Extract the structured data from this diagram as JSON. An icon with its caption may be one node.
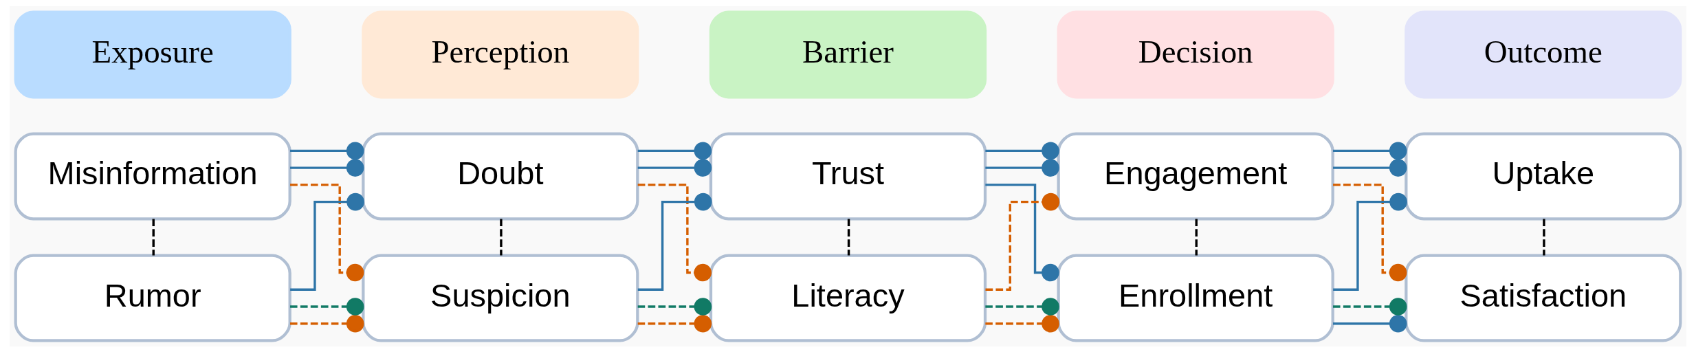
{
  "diagram": {
    "nodes": [
      {
        "text": [
          "Exposure"
        ]
      },
      {
        "text": [
          "Perception"
        ]
      },
      {
        "text": [
          "Barrier"
        ]
      },
      {
        "text": [
          "Decision"
        ]
      },
      {
        "text": [
          "Outcome"
        ]
      },
      {
        "text": [
          "Misinformation"
        ]
      },
      {
        "text": [
          "Rumor"
        ]
      },
      {
        "text": [
          "Doubt"
        ]
      },
      {
        "text": [
          "Suspicion"
        ]
      },
      {
        "text": [
          "Trust"
        ]
      },
      {
        "text": [
          "Literacy"
        ]
      },
      {
        "text": [
          "Engagement"
        ]
      },
      {
        "text": [
          "Enrollment"
        ]
      },
      {
        "text": [
          "Uptake"
        ]
      },
      {
        "text": [
          "Satisfaction"
        ]
      }
    ],
    "edges": [
      {
        "from": 5,
        "to": 6,
        "arrow": "none",
        "style": "dashed",
        "color": "#000000"
      },
      {
        "from": 7,
        "to": 8,
        "arrow": "none",
        "style": "dashed",
        "color": "#000000"
      },
      {
        "from": 9,
        "to": 10,
        "arrow": "none",
        "style": "dashed",
        "color": "#000000"
      },
      {
        "from": 11,
        "to": 12,
        "arrow": "none",
        "style": "dashed",
        "color": "#000000"
      },
      {
        "from": 13,
        "to": 14,
        "arrow": "none",
        "style": "dashed",
        "color": "#000000"
      },
      {
        "from": 5,
        "to": 7,
        "arrow": "other"
      },
      {
        "from": 5,
        "to": 7,
        "arrow": "other"
      },
      {
        "from": 6,
        "to": 7,
        "arrow": "other"
      },
      {
        "from": 5,
        "to": 8,
        "arrow": "other",
        "style": "dashed",
        "color": "#d55e00"
      },
      {
        "from": 6,
        "to": 8,
        "arrow": "other",
        "style": "dashed",
        "color": "#d55e00"
      },
      {
        "from": 6,
        "to": 8,
        "arrow": "other",
        "style": "dashed",
        "color": "#117a65"
      },
      {
        "from": 7,
        "to": 9,
        "arrow": "other"
      },
      {
        "from": 7,
        "to": 9,
        "arrow": "other"
      },
      {
        "from": 8,
        "to": 9,
        "arrow": "other"
      },
      {
        "from": 7,
        "to": 10,
        "arrow": "other",
        "style": "dashed",
        "color": "#d55e00"
      },
      {
        "from": 8,
        "to": 10,
        "arrow": "other",
        "style": "dashed",
        "color": "#d55e00"
      },
      {
        "from": 8,
        "to": 10,
        "arrow": "other",
        "style": "dashed",
        "color": "#117a65"
      },
      {
        "from": 9,
        "to": 11,
        "arrow": "other"
      },
      {
        "from": 9,
        "to": 11,
        "arrow": "other"
      },
      {
        "from": 9,
        "to": 12,
        "arrow": "other"
      },
      {
        "from": 10,
        "to": 11,
        "arrow": "other",
        "style": "dashed",
        "color": "#d55e00"
      },
      {
        "from": 10,
        "to": 12,
        "arrow": "other",
        "style": "dashed",
        "color": "#d55e00"
      },
      {
        "from": 10,
        "to": 12,
        "arrow": "other",
        "style": "dashed",
        "color": "#117a65"
      },
      {
        "from": 11,
        "to": 13,
        "arrow": "other"
      },
      {
        "from": 11,
        "to": 13,
        "arrow": "other"
      },
      {
        "from": 11,
        "to": 14,
        "arrow": "other",
        "style": "dashed",
        "color": "#d55e00"
      },
      {
        "from": 12,
        "to": 13,
        "arrow": "other"
      },
      {
        "from": 12,
        "to": 14,
        "arrow": "other"
      },
      {
        "from": 12,
        "to": 14,
        "arrow": "other",
        "style": "dashed",
        "color": "#117a65"
      }
    ]
  }
}
